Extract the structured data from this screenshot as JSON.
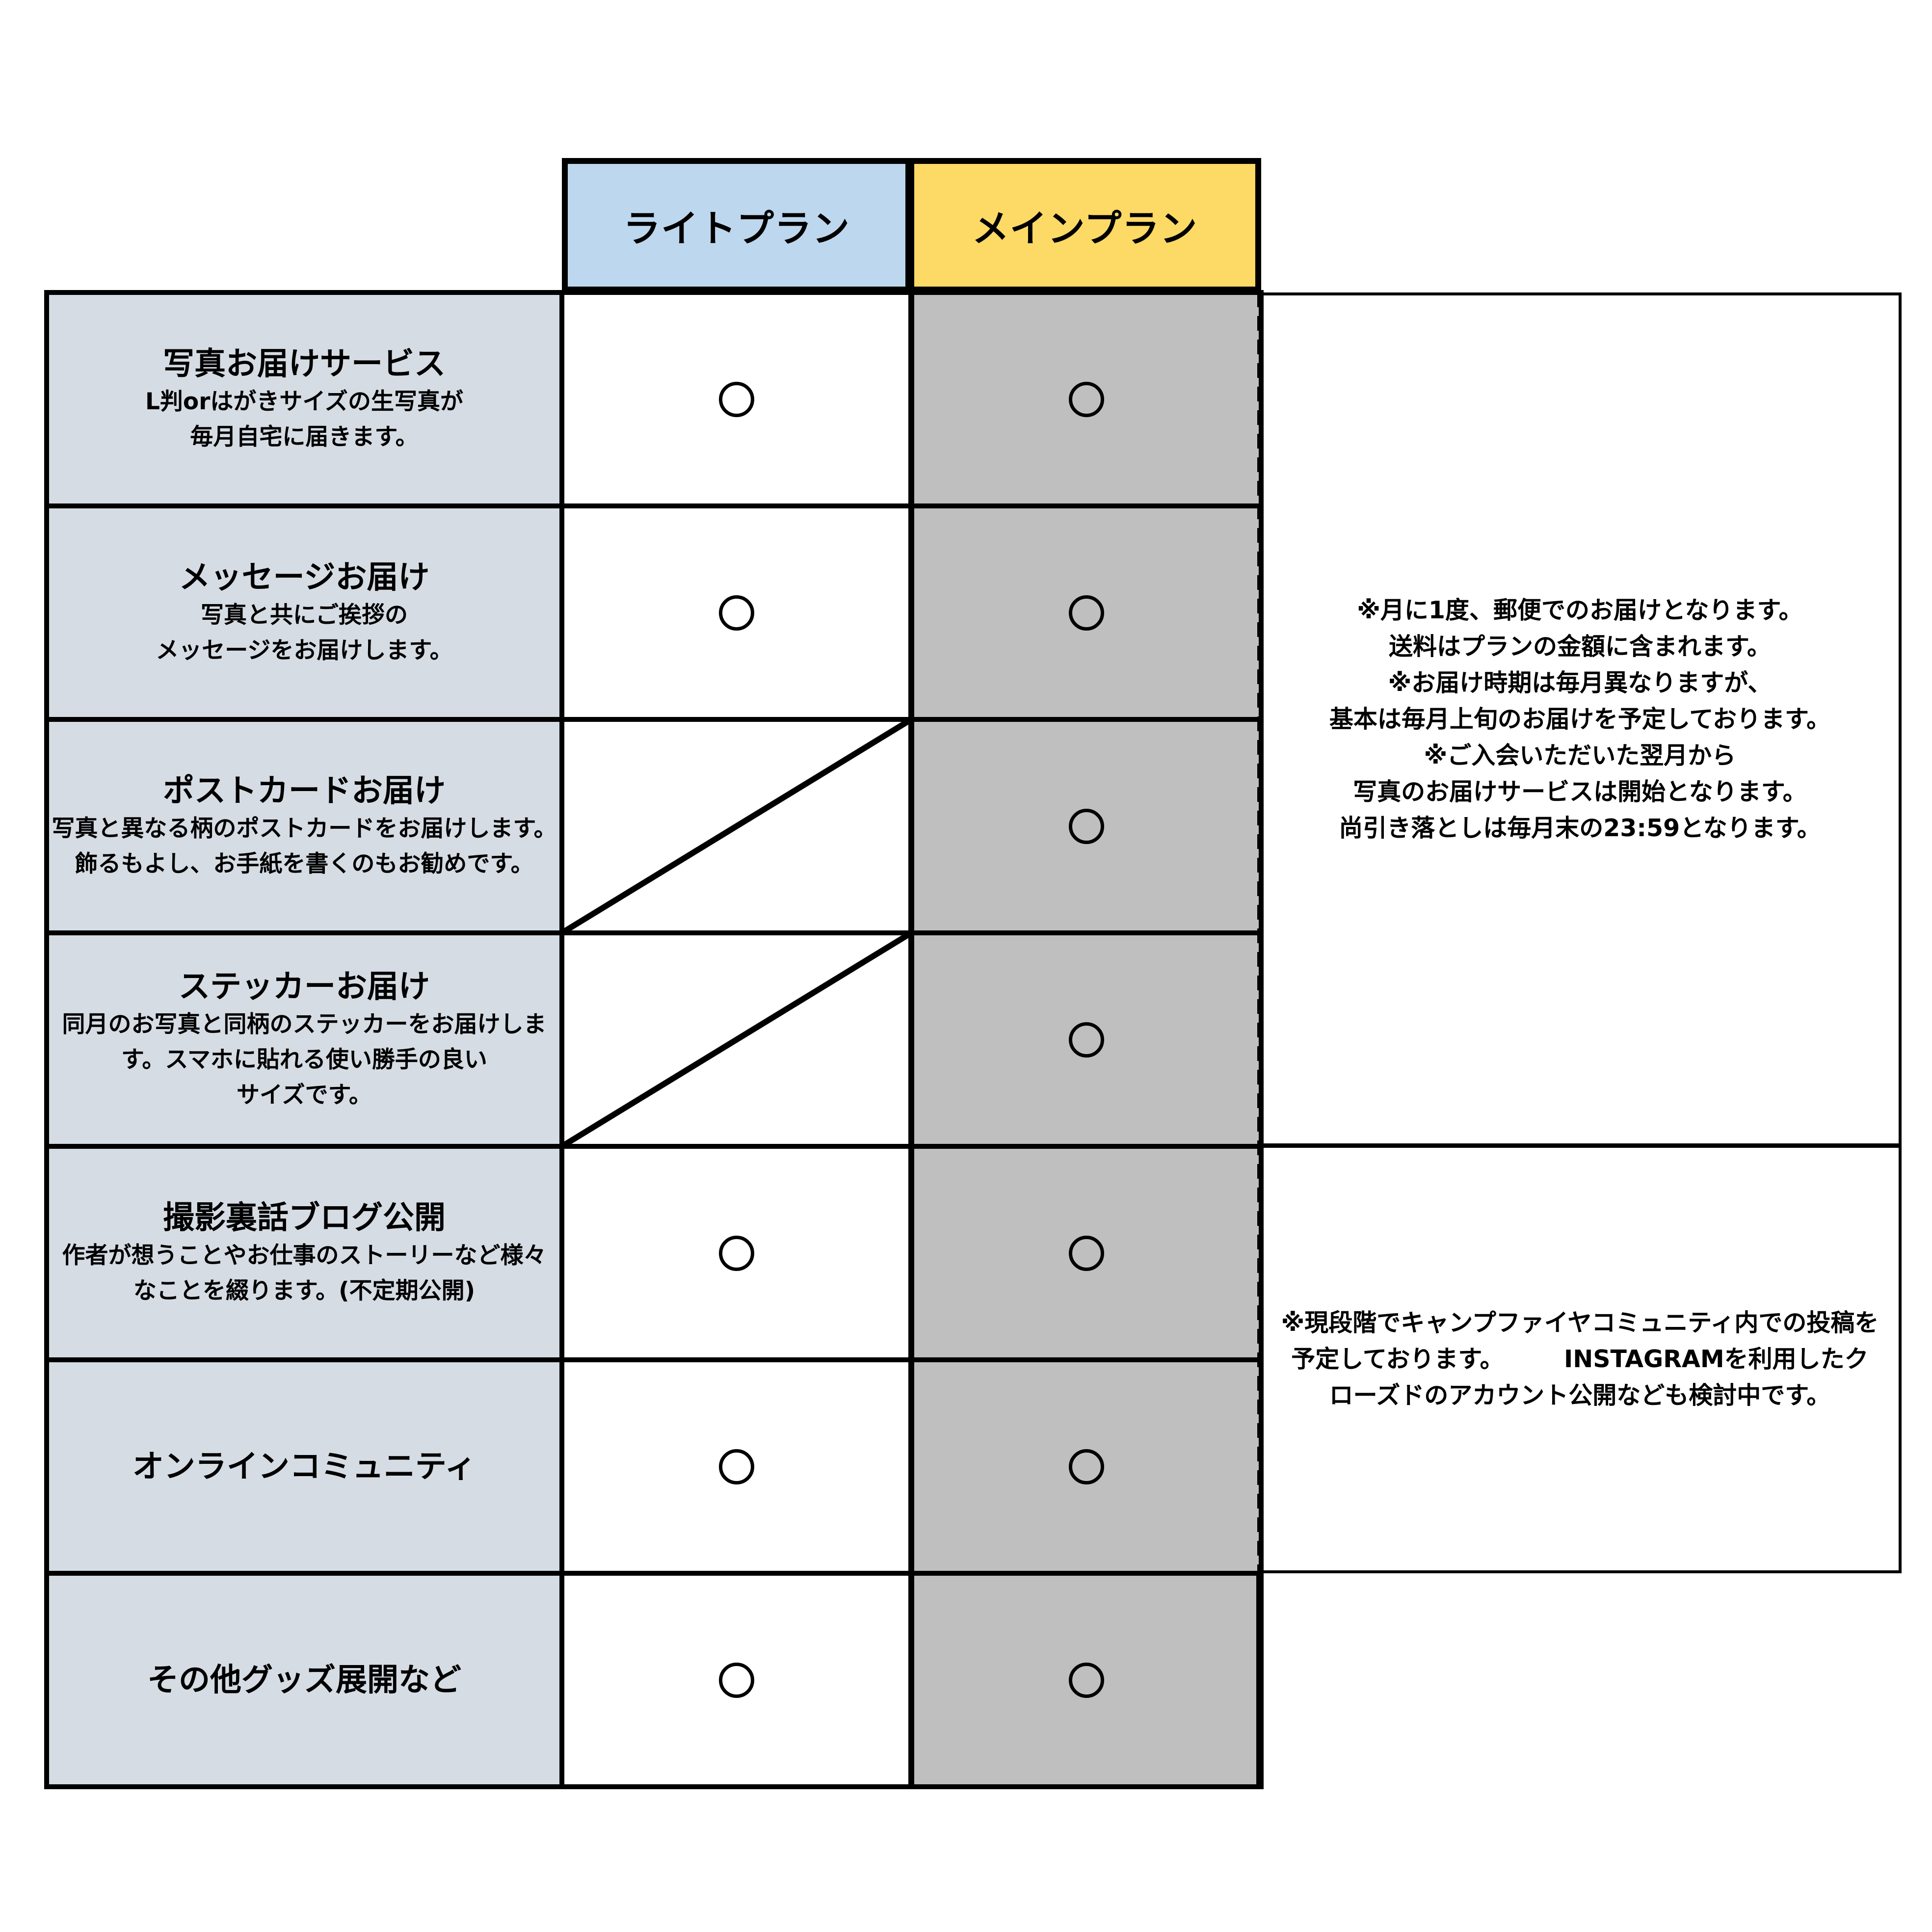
{
  "headers": {
    "light": "ライトプラン",
    "main": "メインプラン"
  },
  "rows": [
    {
      "title": "写真お届けサービス",
      "desc": "L判orはがきサイズの生写真が\n毎月自宅に届きます。",
      "light": "○",
      "main": "○"
    },
    {
      "title": "メッセージお届け",
      "desc": "写真と共にご挨拶の\nメッセージをお届けします。",
      "light": "○",
      "main": "○"
    },
    {
      "title": "ポストカードお届け",
      "desc": "写真と異なる柄のポストカードをお届けします。\n飾るもよし、お手紙を書くのもお勧めです。",
      "light": "",
      "main": "○"
    },
    {
      "title": "ステッカーお届け",
      "desc": "同月のお写真と同柄のステッカーをお届けしま\nす。スマホに貼れる使い勝手の良い\nサイズです。",
      "light": "",
      "main": "○"
    },
    {
      "title": "撮影裏話ブログ公開",
      "desc": "作者が想うことやお仕事のストーリーなど様々\nなことを綴ります。(不定期公開)",
      "light": "○",
      "main": "○"
    },
    {
      "title": "オンラインコミュニティ",
      "desc": "",
      "light": "○",
      "main": "○"
    },
    {
      "title": "その他グッズ展開など",
      "desc": "",
      "light": "○",
      "main": "○"
    }
  ],
  "notes": {
    "delivery": "※月に1度、郵便でのお届けとなります。\n送料はプランの金額に含まれます。\n※お届け時期は毎月異なりますが、\n基本は毎月上旬のお届けを予定しております。\n※ご入会いただいた翌月から\n写真のお届けサービスは開始となります。\n尚引き落としは毎月末の23:59となります。",
    "community": "※現段階でキャンプファイヤコミュニティ内での投稿を\n予定しております。　　　INSTAGRAMを利用したク\nローズドのアカウント公開なども検討中です。"
  }
}
